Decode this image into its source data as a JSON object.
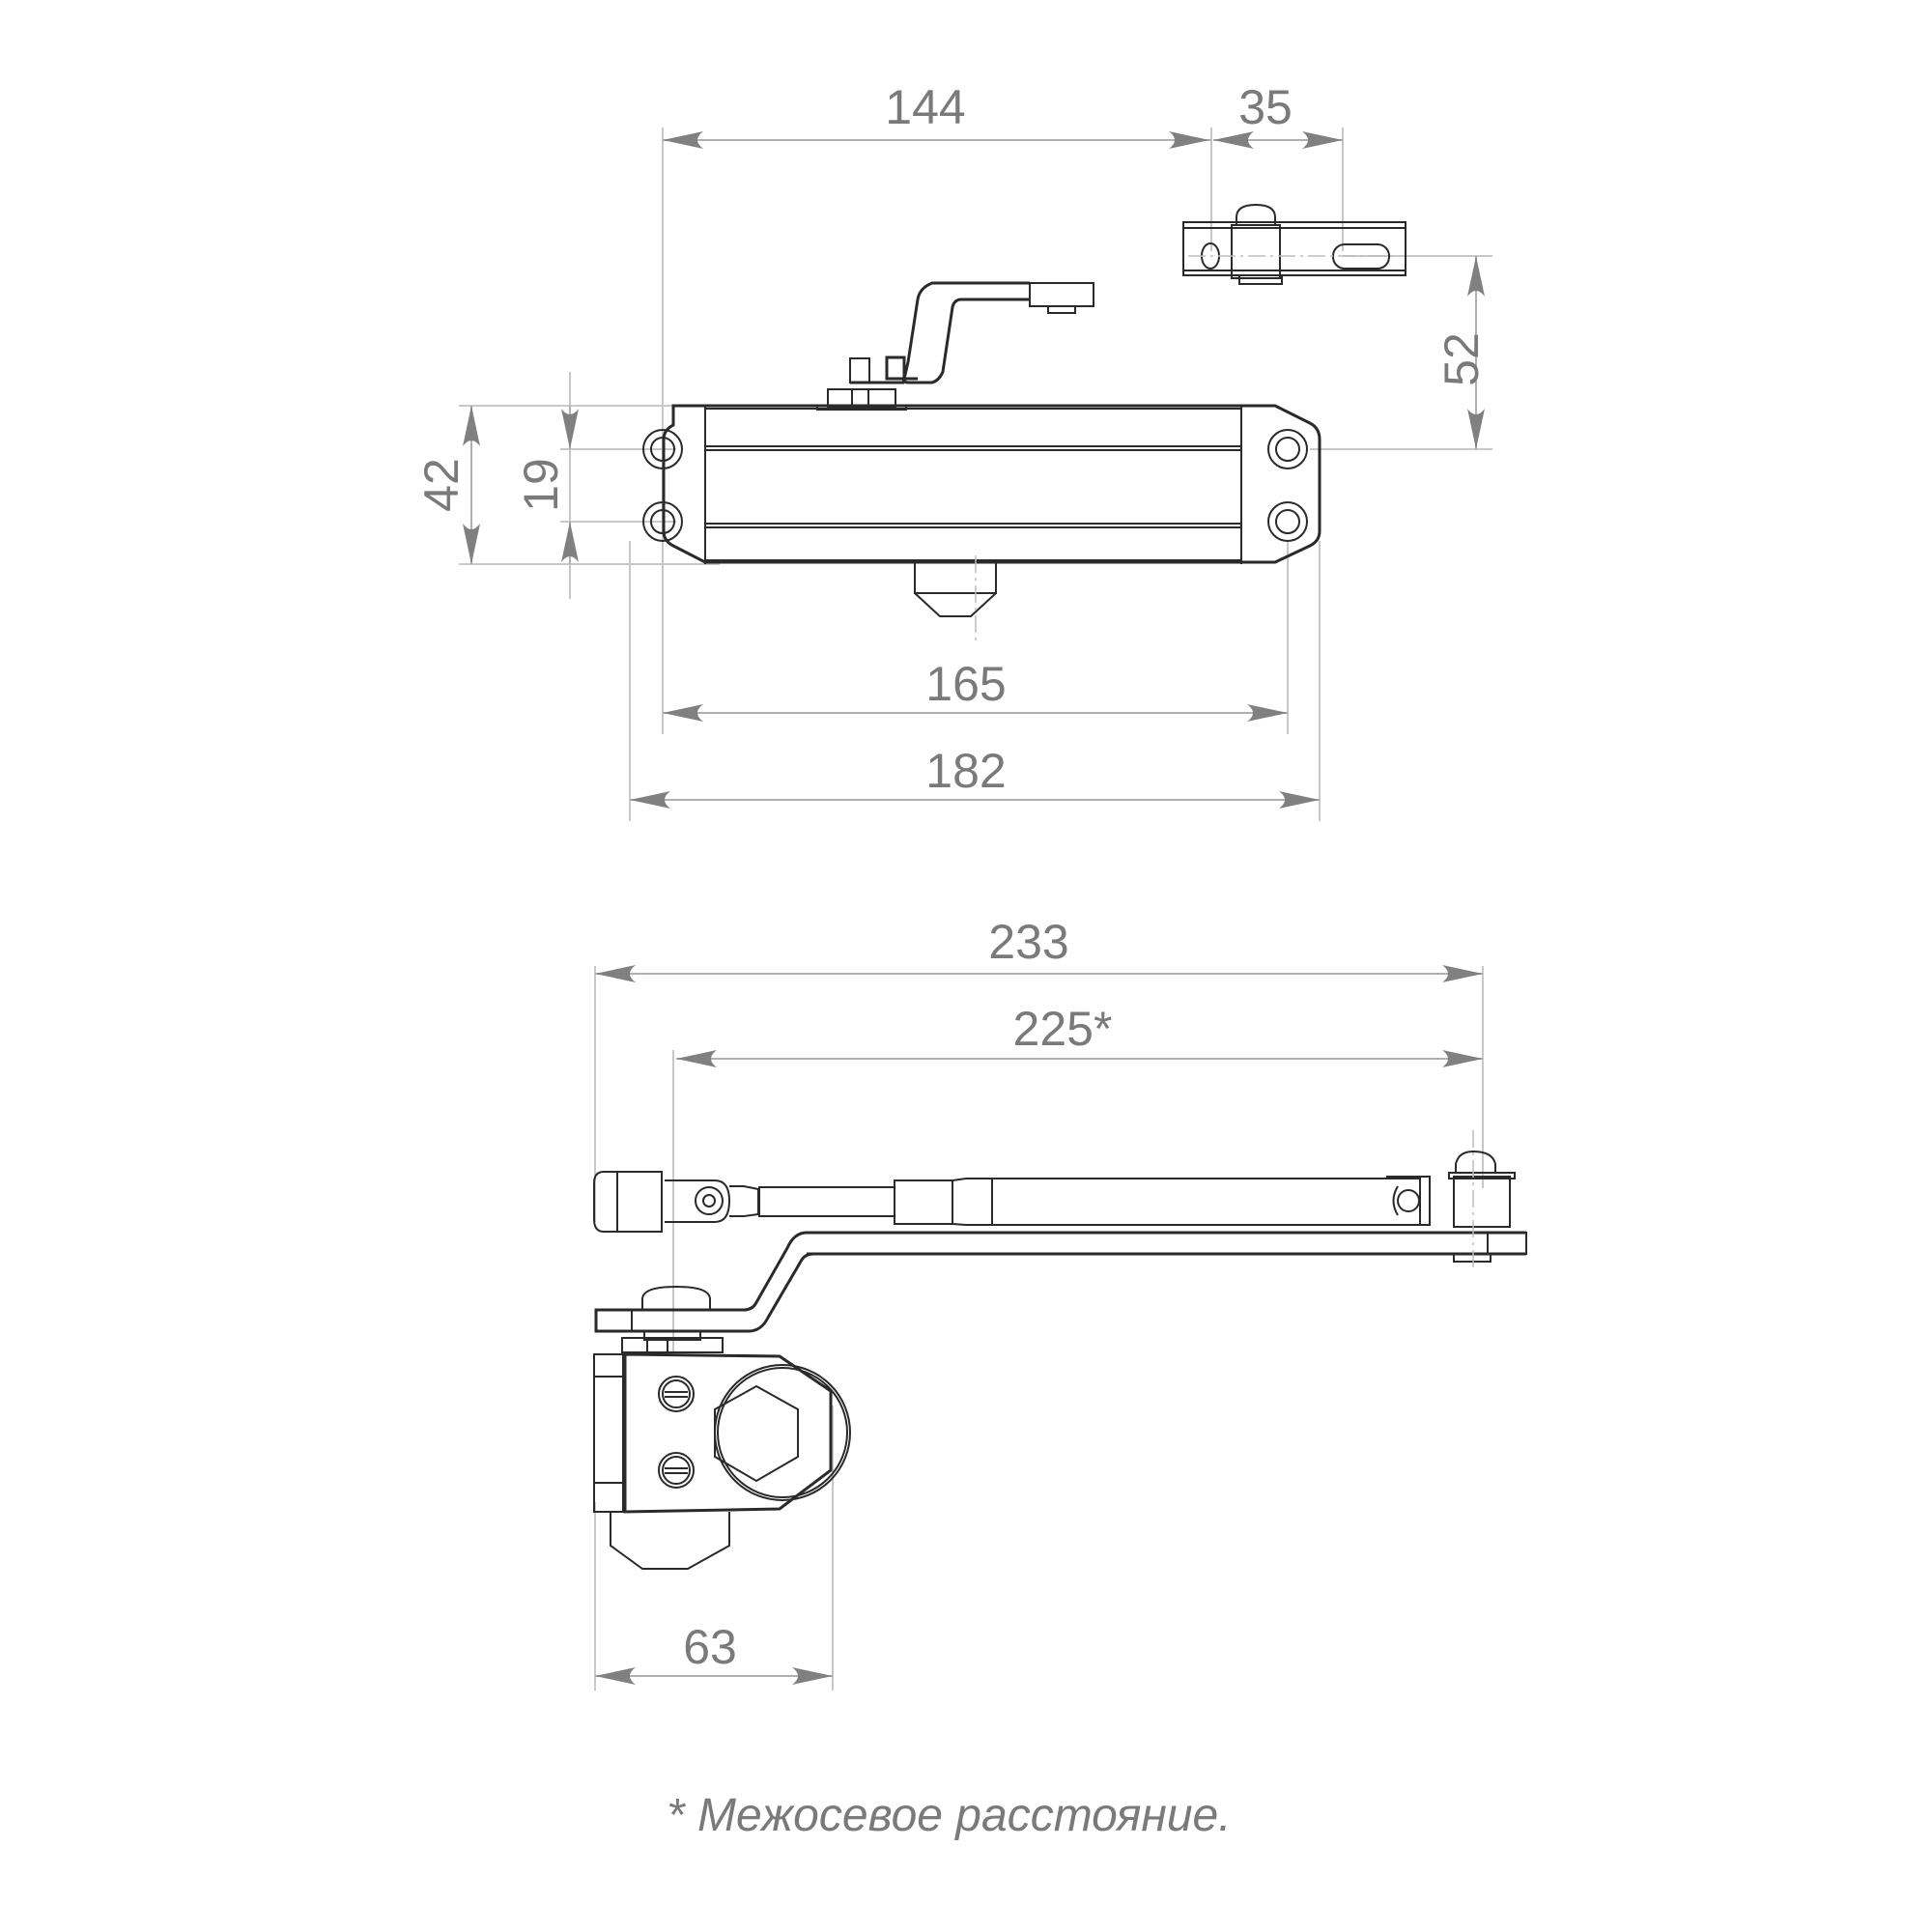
{
  "drawing": {
    "subject": "Door closer dimensional drawing",
    "units": "mm",
    "top_view": {
      "dimensions": {
        "arm_offset": "144",
        "bracket_slot": "35",
        "arm_height": "52",
        "body_height": "42",
        "hole_spacing_vertical": "19",
        "hole_spacing_horizontal": "165",
        "body_length": "182"
      }
    },
    "side_view": {
      "dimensions": {
        "overall_arm_length": "233",
        "axis_distance": "225*",
        "body_depth": "63"
      }
    },
    "footnote": "* Межосевое расстояние."
  },
  "colors": {
    "dimension_text": "#7a7a7a",
    "dimension_line": "#b0b0b0",
    "outline": "#2a2a2a",
    "background": "#ffffff"
  }
}
